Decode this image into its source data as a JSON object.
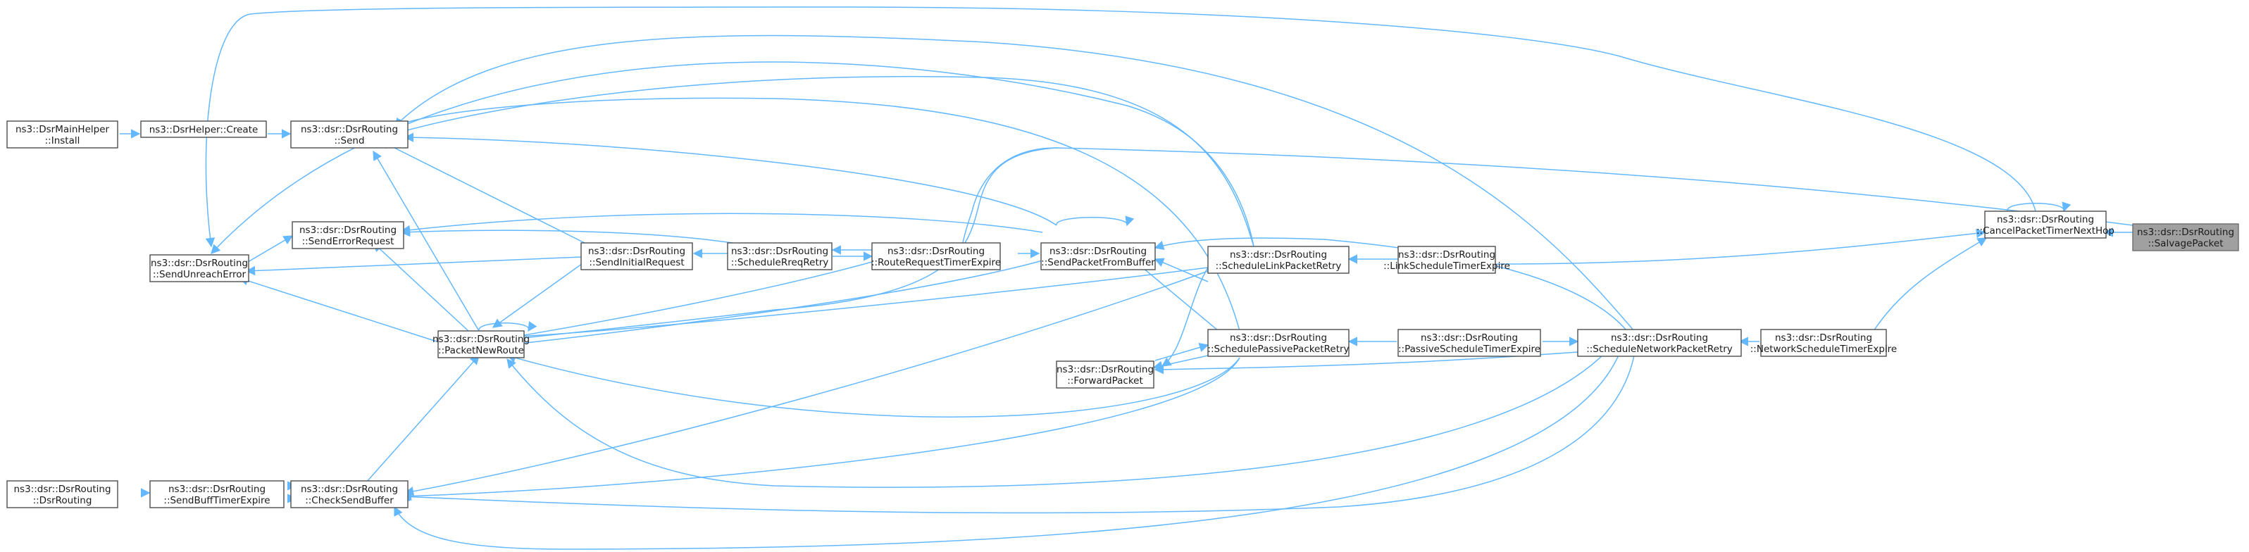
{
  "nodes": [
    {
      "id": "salvage",
      "label": [
        "ns3::dsr::DsrRouting",
        "::SalvagePacket"
      ],
      "root": true
    },
    {
      "id": "cancel",
      "label": [
        "ns3::dsr::DsrRouting",
        "::CancelPacketTimerNextHop"
      ]
    },
    {
      "id": "netTimer",
      "label": [
        "ns3::dsr::DsrRouting",
        "::NetworkScheduleTimerExpire"
      ]
    },
    {
      "id": "schedNet",
      "label": [
        "ns3::dsr::DsrRouting",
        "::ScheduleNetworkPacketRetry"
      ]
    },
    {
      "id": "linkTimer",
      "label": [
        "ns3::dsr::DsrRouting",
        "::LinkScheduleTimerExpire"
      ]
    },
    {
      "id": "passTimer",
      "label": [
        "ns3::dsr::DsrRouting",
        "::PassiveScheduleTimerExpire"
      ]
    },
    {
      "id": "schedLink",
      "label": [
        "ns3::dsr::DsrRouting",
        "::ScheduleLinkPacketRetry"
      ]
    },
    {
      "id": "schedPass",
      "label": [
        "ns3::dsr::DsrRouting",
        "::SchedulePassivePacketRetry"
      ]
    },
    {
      "id": "forward",
      "label": [
        "ns3::dsr::DsrRouting",
        "::ForwardPacket"
      ]
    },
    {
      "id": "sendBuf",
      "label": [
        "ns3::dsr::DsrRouting",
        "::SendPacketFromBuffer"
      ]
    },
    {
      "id": "rreqTimer",
      "label": [
        "ns3::dsr::DsrRouting",
        "::RouteRequestTimerExpire"
      ]
    },
    {
      "id": "schedRreq",
      "label": [
        "ns3::dsr::DsrRouting",
        "::ScheduleRreqRetry"
      ]
    },
    {
      "id": "sendInit",
      "label": [
        "ns3::dsr::DsrRouting",
        "::SendInitialRequest"
      ]
    },
    {
      "id": "newRoute",
      "label": [
        "ns3::dsr::DsrRouting",
        "::PacketNewRoute"
      ]
    },
    {
      "id": "send",
      "label": [
        "ns3::dsr::DsrRouting",
        "::Send"
      ]
    },
    {
      "id": "sendErr",
      "label": [
        "ns3::dsr::DsrRouting",
        "::SendErrorRequest"
      ]
    },
    {
      "id": "checkBuf",
      "label": [
        "ns3::dsr::DsrRouting",
        "::CheckSendBuffer"
      ]
    },
    {
      "id": "unreach",
      "label": [
        "ns3::dsr::DsrRouting",
        "::SendUnreachError"
      ]
    },
    {
      "id": "create",
      "label": [
        "ns3::DsrHelper::Create"
      ]
    },
    {
      "id": "buffTimer",
      "label": [
        "ns3::dsr::DsrRouting",
        "::SendBuffTimerExpire"
      ]
    },
    {
      "id": "install",
      "label": [
        "ns3::DsrMainHelper",
        "::Install"
      ]
    },
    {
      "id": "ctor",
      "label": [
        "ns3::dsr::DsrRouting",
        "::DsrRouting"
      ]
    }
  ]
}
